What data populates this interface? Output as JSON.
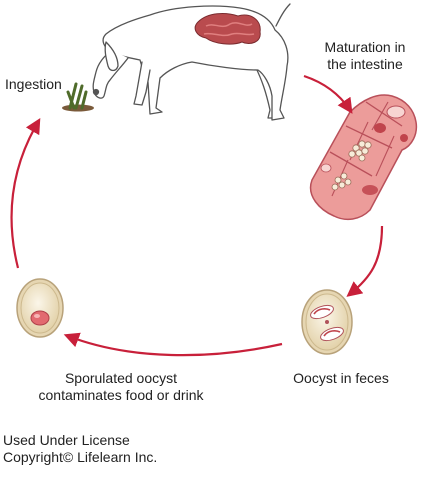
{
  "labels": {
    "ingestion": "Ingestion",
    "maturation_line1": "Maturation in",
    "maturation_line2": "the intestine",
    "oocyst_feces": "Oocyst in feces",
    "sporulated_line1": "Sporulated oocyst",
    "sporulated_line2": "contaminates food or drink"
  },
  "credit": {
    "line1": "Used Under License",
    "line2": "Copyright© Lifelearn Inc."
  },
  "icons": [
    "dog-illustration",
    "intestine-organ-icon",
    "grass-food-icon",
    "intestinal-cells-icon",
    "oocyst-in-feces-icon",
    "sporulated-oocyst-icon",
    "cycle-arrow-icon"
  ],
  "colors": {
    "arrow": "#c8203a",
    "cell_fill": "#f1a7a4",
    "cell_stroke": "#c2545a",
    "organ": "#b94b4e",
    "oocyst_wall": "#d9c7a1",
    "oocyst_fill": "#f7f0dc",
    "text": "#222222"
  }
}
